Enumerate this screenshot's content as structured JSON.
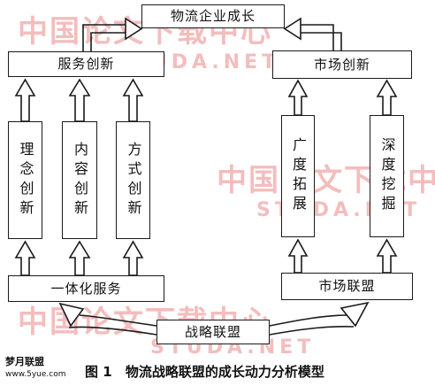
{
  "diagram": {
    "top": "物流企业成长",
    "service_innovation": "服务创新",
    "market_innovation": "市场创新",
    "concept_innovation": "理念创新",
    "content_innovation": "内容创新",
    "method_innovation": "方式创新",
    "breadth_expansion": "广度拓展",
    "depth_mining": "深度挖掘",
    "integrated_service": "一体化服务",
    "market_alliance": "市场联盟",
    "strategic_alliance": "战略联盟"
  },
  "caption": {
    "figure_number": "图 1",
    "title": "物流战略联盟的成长动力分析模型"
  },
  "watermark": {
    "cn": "中国论文下载中心",
    "en": "STUDA.NET"
  },
  "logo": {
    "name": "梦月联盟",
    "site": "www.5yue.com"
  },
  "colors": {
    "line": "#1a1a1a",
    "watermark": "#f1a8a8"
  }
}
